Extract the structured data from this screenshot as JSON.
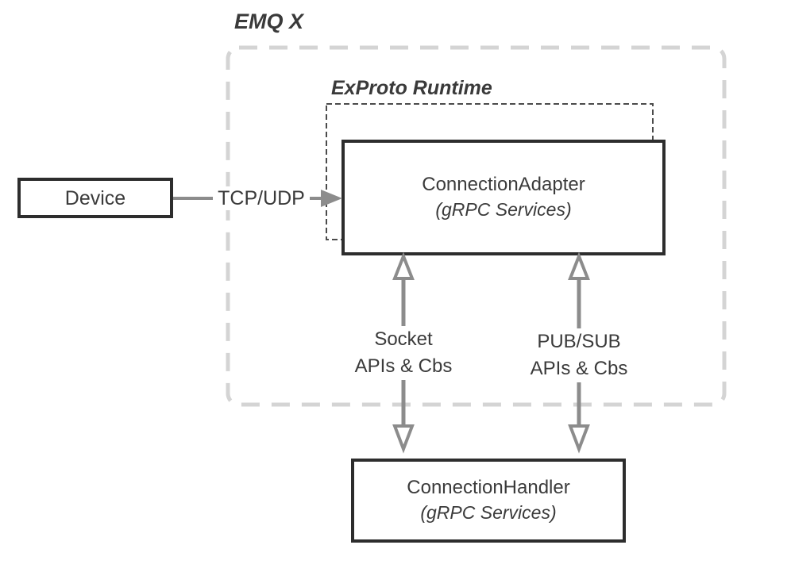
{
  "labels": {
    "emqx": "EMQ X",
    "exproto_runtime": "ExProto Runtime"
  },
  "nodes": {
    "device": {
      "label": "Device"
    },
    "connection_adapter": {
      "title": "ConnectionAdapter",
      "subtitle": "(gRPC Services)"
    },
    "connection_handler": {
      "title": "ConnectionHandler",
      "subtitle": "(gRPC Services)"
    }
  },
  "edges": {
    "tcp_udp": {
      "label": "TCP/UDP"
    },
    "socket": {
      "line1": "Socket",
      "line2": "APIs & Cbs"
    },
    "pubsub": {
      "line1": "PUB/SUB",
      "line2": "APIs & Cbs"
    }
  },
  "colors": {
    "background": "#ffffff",
    "box_border": "#2d2d2d",
    "text": "#3b3b3b",
    "arrow": "#8c8c8c",
    "outer_dash": "#d4d4d4",
    "inner_dash": "#4b4b4b"
  }
}
